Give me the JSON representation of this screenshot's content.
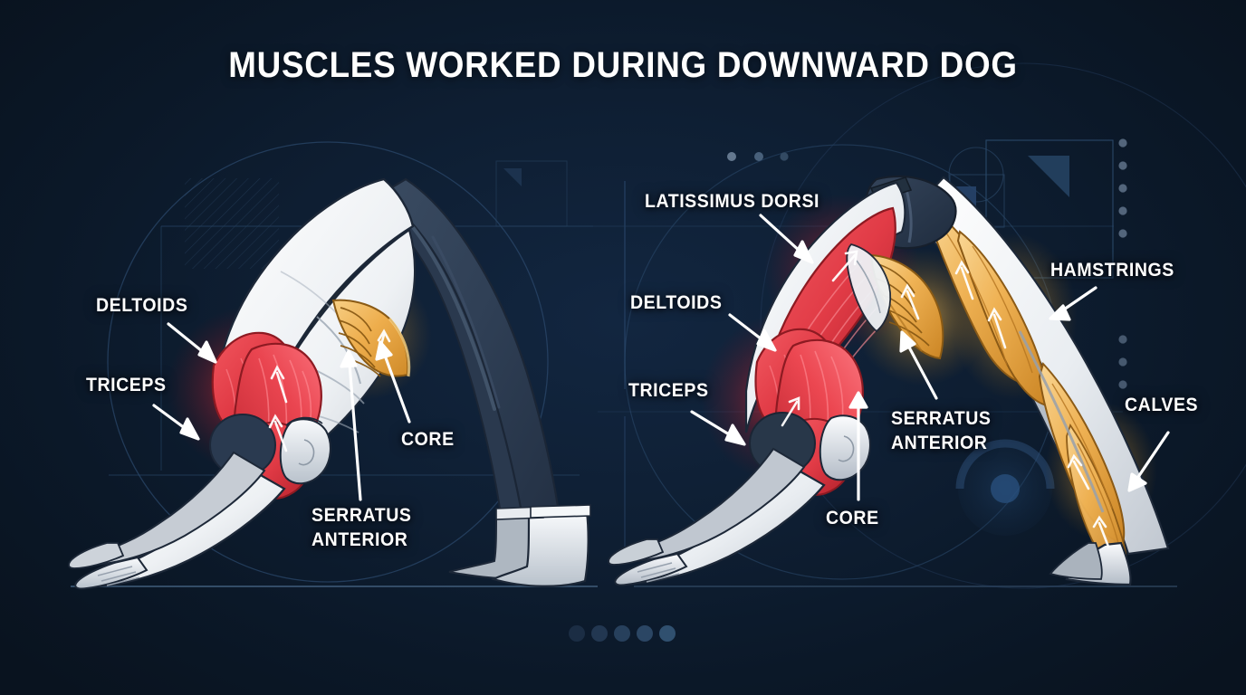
{
  "meta": {
    "title": "Muscles Worked During Downward Dog",
    "background_color": "#0c1a2b",
    "accent_red": "#e8404a",
    "accent_amber": "#efb153",
    "body_light": "#eef1f4",
    "body_dark_navy": "#2c3b50",
    "label_color": "#ffffff"
  },
  "header": {
    "title": "MUSCLES WORKED DURING DOWNWARD DOG"
  },
  "panels": [
    {
      "id": "left-panel",
      "name": "downward-dog-side-view-left",
      "labels": [
        {
          "id": "deltoids",
          "text": "DELTOIDS",
          "muscle_color": "#e8404a"
        },
        {
          "id": "triceps",
          "text": "TRICEPS",
          "muscle_color": "#e8404a"
        },
        {
          "id": "core",
          "text": "CORE",
          "muscle_color": "#efb153"
        },
        {
          "id": "serratus",
          "text": "SERRATUS\nANTERIOR",
          "muscle_color": "#efb153"
        }
      ]
    },
    {
      "id": "right-panel",
      "name": "downward-dog-side-view-right",
      "labels": [
        {
          "id": "latissimus-dorsi",
          "text": "LATISSIMUS DORSI",
          "muscle_color": "#e8404a"
        },
        {
          "id": "deltoids",
          "text": "DELTOIDS",
          "muscle_color": "#e8404a"
        },
        {
          "id": "triceps",
          "text": "TRICEPS",
          "muscle_color": "#e8404a"
        },
        {
          "id": "core",
          "text": "CORE",
          "muscle_color": "#efb153"
        },
        {
          "id": "serratus",
          "text": "SERRATUS\nANTERIOR",
          "muscle_color": "#efb153"
        },
        {
          "id": "hamstrings",
          "text": "HAMSTRINGS",
          "muscle_color": "#efb153"
        },
        {
          "id": "calves",
          "text": "CALVES",
          "muscle_color": "#efb153"
        }
      ]
    }
  ],
  "decor": {
    "pagination_dots": 5,
    "top_dots": 3,
    "right_dots_upper": 5,
    "right_dots_lower": 3
  }
}
